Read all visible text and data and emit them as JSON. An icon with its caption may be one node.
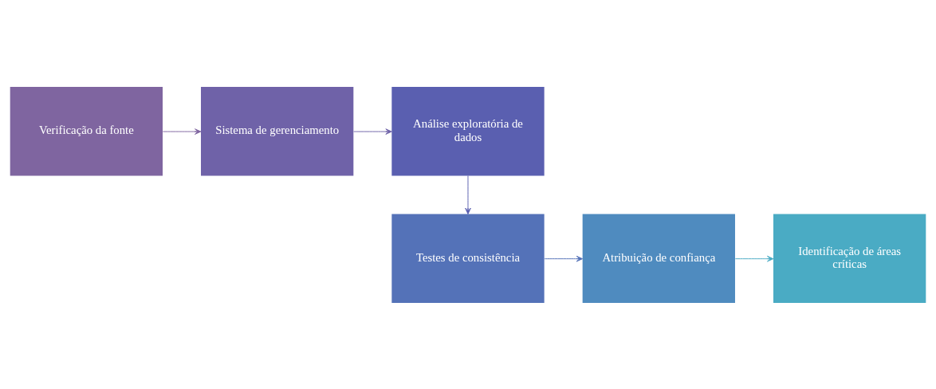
{
  "diagram": {
    "nodes": [
      {
        "text": [
          "Verificação da fonte"
        ]
      },
      {
        "text": [
          "Sistema de gerenciamento"
        ]
      },
      {
        "text": [
          "Análise exploratória de dados"
        ]
      },
      {
        "text": [
          "Testes de consistência"
        ]
      },
      {
        "text": [
          "Atribuição de confiança"
        ]
      },
      {
        "text": [
          "Identificação de áreas críticas"
        ]
      }
    ],
    "edges": [
      {
        "from": 0,
        "to": 1,
        "arrow": "to",
        "color": "#7f65a0"
      },
      {
        "from": 1,
        "to": 2,
        "arrow": "to",
        "color": "#6f62a8"
      },
      {
        "from": 2,
        "to": 3,
        "arrow": "to",
        "color": "#5a5fb0"
      },
      {
        "from": 3,
        "to": 4,
        "arrow": "to",
        "color": "#5472b8"
      },
      {
        "from": 4,
        "to": 5,
        "arrow": "to",
        "color": "#4aabc4"
      }
    ]
  }
}
